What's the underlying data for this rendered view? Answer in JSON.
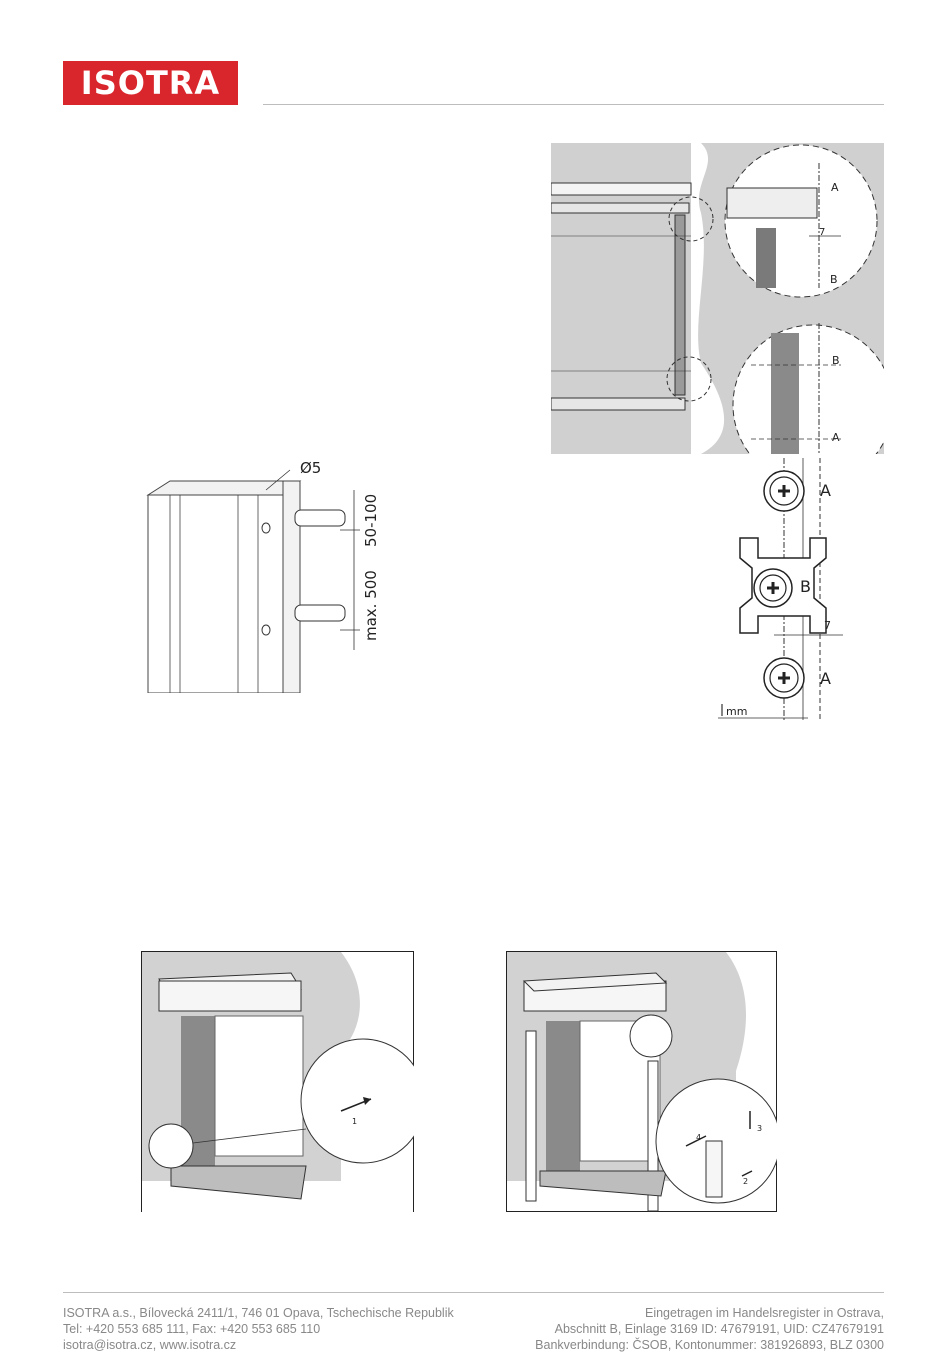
{
  "brand": {
    "name": "ISOTRA",
    "color": "#d9262c"
  },
  "figure_frame": {
    "labels": {
      "a_top": "A",
      "b_top": "B",
      "dim_top": "7",
      "b_bottom": "B",
      "a_bottom": "A"
    }
  },
  "figure_profile": {
    "diameter": "Ø5",
    "spacing_top": "50-100",
    "spacing_max": "max. 500"
  },
  "figure_screws": {
    "label_a1": "A",
    "label_b": "B",
    "label_a2": "A",
    "dim": "7",
    "unit": "mm"
  },
  "figure_install_1": {
    "step": "1"
  },
  "figure_install_2": {
    "step2": "2",
    "step3": "3",
    "step4": "4"
  },
  "footer": {
    "left": [
      "ISOTRA a.s., Bílovecká 2411/1, 746 01 Opava, Tschechische Republik",
      "Tel: +420 553 685 111, Fax: +420 553 685 110",
      "isotra@isotra.cz, www.isotra.cz"
    ],
    "right": [
      "Eingetragen im Handelsregister in Ostrava,",
      "Abschnitt B, Einlage 3169 ID: 47679191, UID: CZ47679191",
      "Bankverbindung: ČSOB, Kontonummer: 381926893, BLZ 0300"
    ]
  }
}
